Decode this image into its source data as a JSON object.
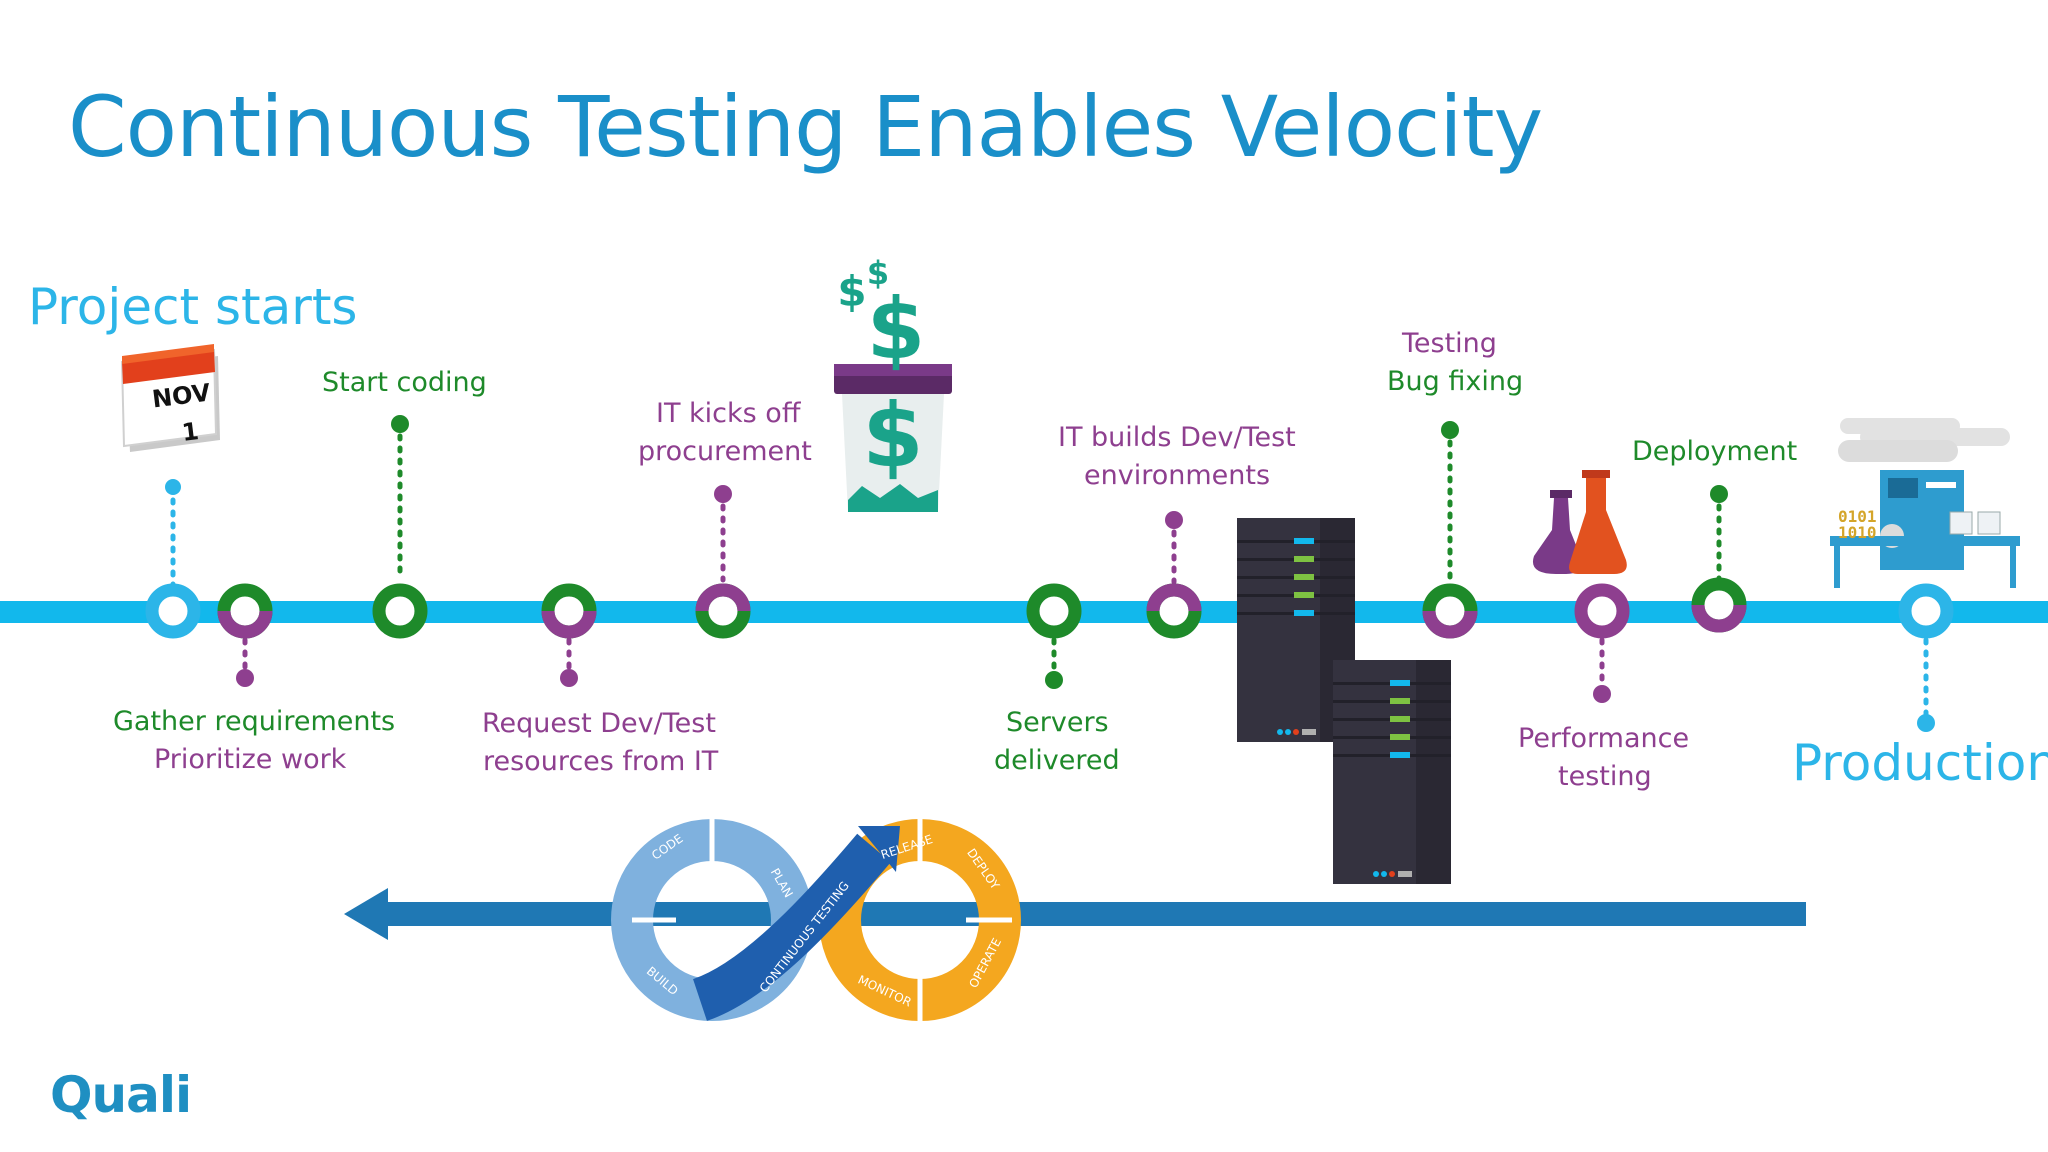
{
  "title": "Continuous Testing Enables Velocity",
  "project_starts": "Project starts",
  "production": "Production",
  "calendar": {
    "month": "NOV",
    "day": "1"
  },
  "milestones": {
    "start_coding": "Start coding",
    "gather_requirements": "Gather requirements",
    "prioritize_work": "Prioritize work",
    "request_devtest": "Request Dev/Test",
    "resources_from_it": "resources from IT",
    "it_kicks_off": "IT kicks off",
    "procurement": "procurement",
    "servers": "Servers",
    "delivered": "delivered",
    "it_builds": "IT builds Dev/Test",
    "environments": "environments",
    "testing": "Testing",
    "bug_fixing": "Bug fixing",
    "performance": "Performance",
    "testing2": "testing",
    "deployment": "Deployment"
  },
  "loop_labels": {
    "code": "CODE",
    "plan": "PLAN",
    "build": "BUILD",
    "continuous_testing": "CONTINUOUS TESTING",
    "release": "RELEASE",
    "deploy": "DEPLOY",
    "operate": "OPERATE",
    "monitor": "MONITOR"
  },
  "logo": "Quali",
  "colors": {
    "timeline": "#12b8ec",
    "green": "#1e8a2a",
    "purple": "#8e3f8f",
    "title_blue": "#1a8fc9",
    "arrow_blue": "#1f78b4"
  }
}
